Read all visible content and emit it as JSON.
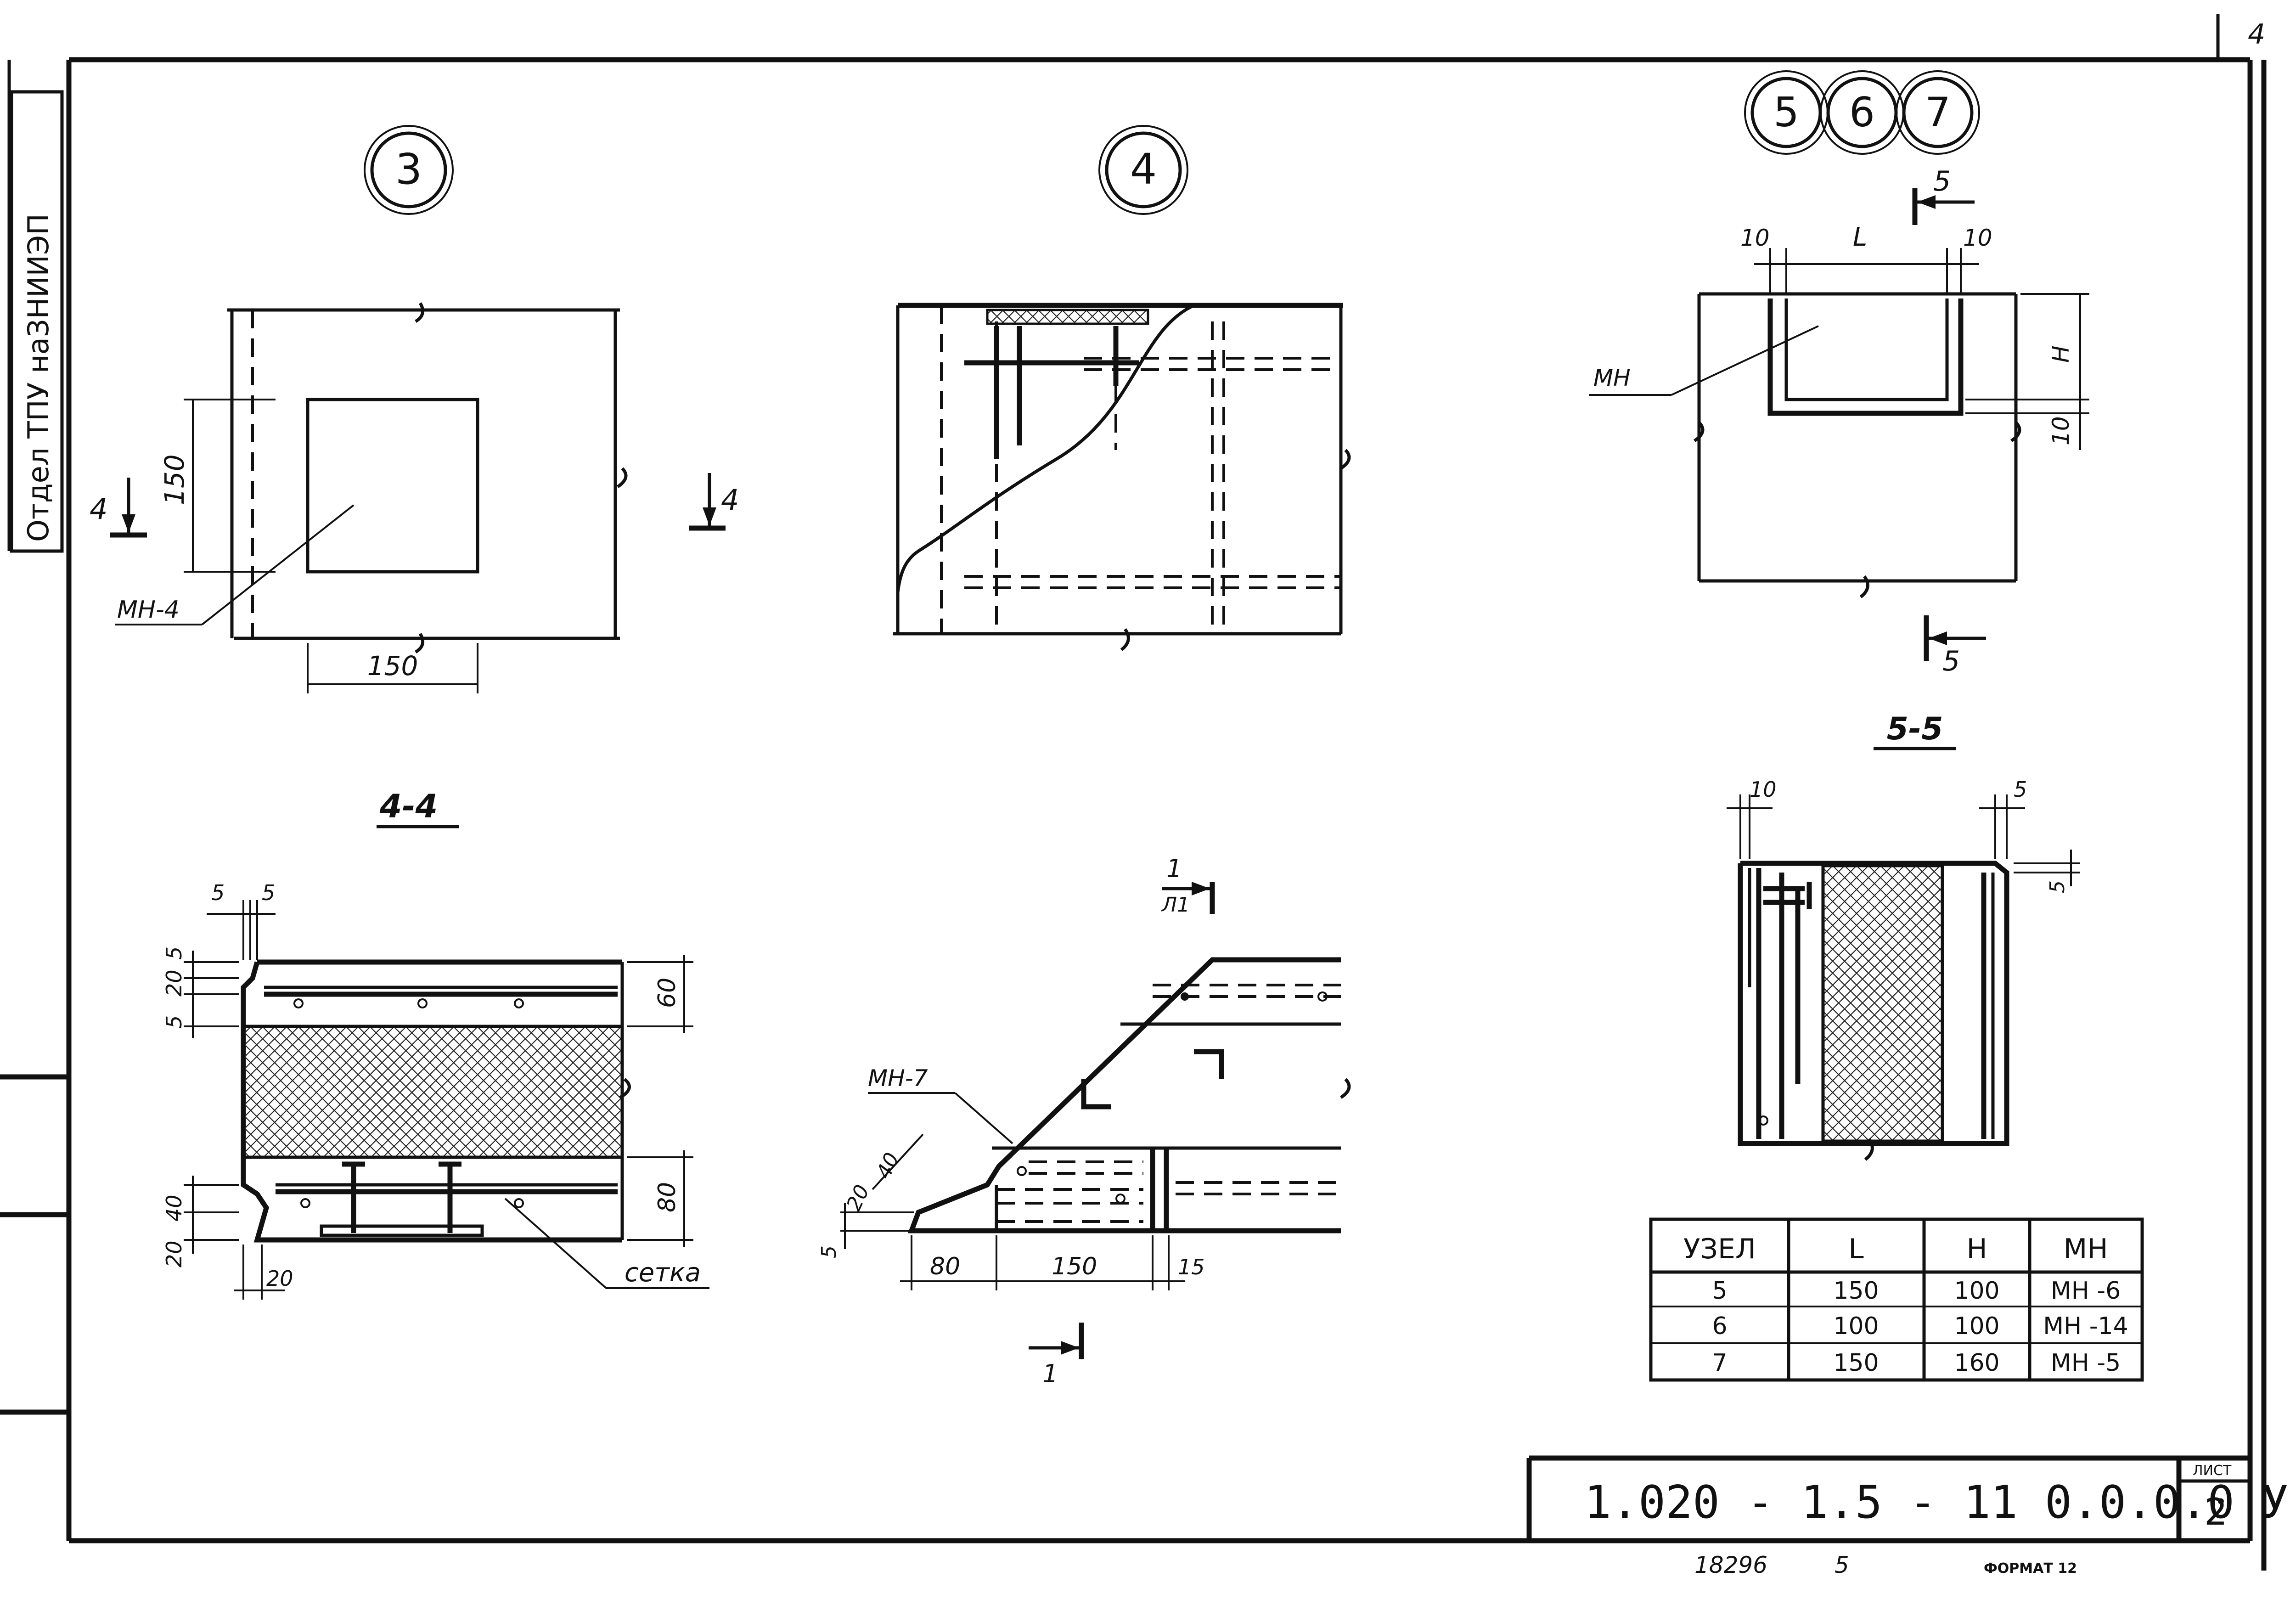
{
  "sheet": {
    "corner_number": "4",
    "stamp_side": "Отдел ТПУ наЗНИИЭП",
    "title_block": {
      "designation": "1.020 - 1.5 - 11 0.0.0.0 У",
      "sheet_label": "ЛИСТ",
      "sheet_number": "2"
    },
    "footer": {
      "inventory_number": "18296",
      "copy_number": "5",
      "format_label": "ФОРМАТ 12"
    }
  },
  "node3": {
    "marker": "3",
    "dim_width": "150",
    "dim_height": "150",
    "part_label": "МН-4",
    "section_mark": "4"
  },
  "node4": {
    "marker": "4"
  },
  "nodes567": {
    "markers": [
      "5",
      "6",
      "7"
    ],
    "dim_side": "10",
    "dim_length": "L",
    "dim_height": "H",
    "part_label": "МН",
    "section_mark": "5"
  },
  "section44": {
    "title": "4-4",
    "dims": {
      "top_a": "5",
      "top_b": "5",
      "left_top": "5",
      "left_20": "20",
      "left_5": "5",
      "right_60": "60",
      "right_80": "80",
      "left_40": "40",
      "left_20b": "20",
      "bottom_20": "20"
    },
    "mesh_label": "сетка"
  },
  "section11": {
    "cut_mark": "1",
    "cut_sheet": "Л1",
    "part_label": "МН-7",
    "dims": {
      "d40": "40",
      "d20": "20",
      "d5": "5",
      "d80": "80",
      "d150": "150",
      "d15": "15"
    }
  },
  "section55": {
    "title": "5-5",
    "dim_left": "10",
    "dim_right": "5",
    "dim_side": "5"
  },
  "node_table": {
    "headers": [
      "УЗЕЛ",
      "L",
      "H",
      "МН"
    ],
    "rows": [
      [
        "5",
        "150",
        "100",
        "МН -6"
      ],
      [
        "6",
        "100",
        "100",
        "МН -14"
      ],
      [
        "7",
        "150",
        "160",
        "МН -5"
      ]
    ]
  }
}
